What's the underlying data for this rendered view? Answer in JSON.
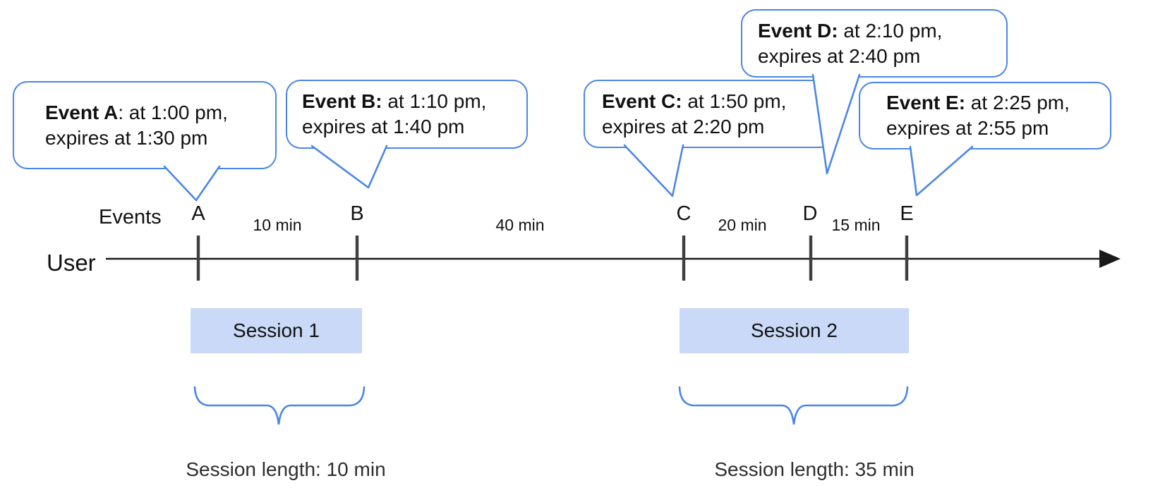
{
  "colors": {
    "accent_blue": "#4a86e8",
    "session_fill": "#c9d9f7",
    "tick": "#3f3f3f",
    "line": "#1a1a1a",
    "text": "#111111"
  },
  "bubbles": [
    {
      "event": "A",
      "bold": "Event A",
      "rest": ": at 1:00 pm,",
      "line2": "expires at 1:30 pm"
    },
    {
      "event": "B",
      "bold": "Event B:",
      "rest": " at 1:10 pm,",
      "line2": "expires at 1:40 pm"
    },
    {
      "event": "C",
      "bold": "Event C:",
      "rest": " at 1:50 pm,",
      "line2": "expires at 2:20 pm"
    },
    {
      "event": "D",
      "bold": "Event D:",
      "rest": " at 2:10 pm,",
      "line2": "expires at 2:40 pm"
    },
    {
      "event": "E",
      "bold": "Event E:",
      "rest": " at 2:25 pm,",
      "line2": "expires at 2:55 pm"
    }
  ],
  "timeline": {
    "axis_label": "User",
    "events_caption": "Events",
    "event_marks": [
      "A",
      "B",
      "C",
      "D",
      "E"
    ],
    "gap_labels": [
      "10 min",
      "40 min",
      "20 min",
      "15 min"
    ]
  },
  "sessions": [
    {
      "label": "Session 1",
      "length_label": "Session length: 10 min"
    },
    {
      "label": "Session 2",
      "length_label": "Session length: 35 min"
    }
  ]
}
